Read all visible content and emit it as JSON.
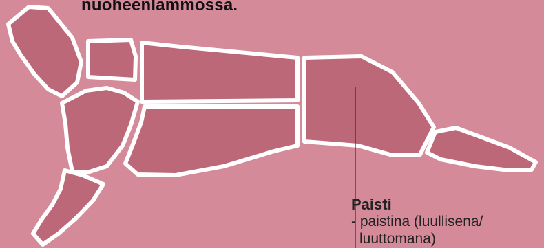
{
  "diagram": {
    "top_caption": "nuoheenlammossa.",
    "callout": {
      "title": "Paisti",
      "lines": [
        "- paistina (luullisena/",
        "luuttomana)"
      ]
    }
  },
  "colors": {
    "background": "#d58a99",
    "cut_fill": "#bd6878",
    "cut_outline": "#ffffff"
  }
}
